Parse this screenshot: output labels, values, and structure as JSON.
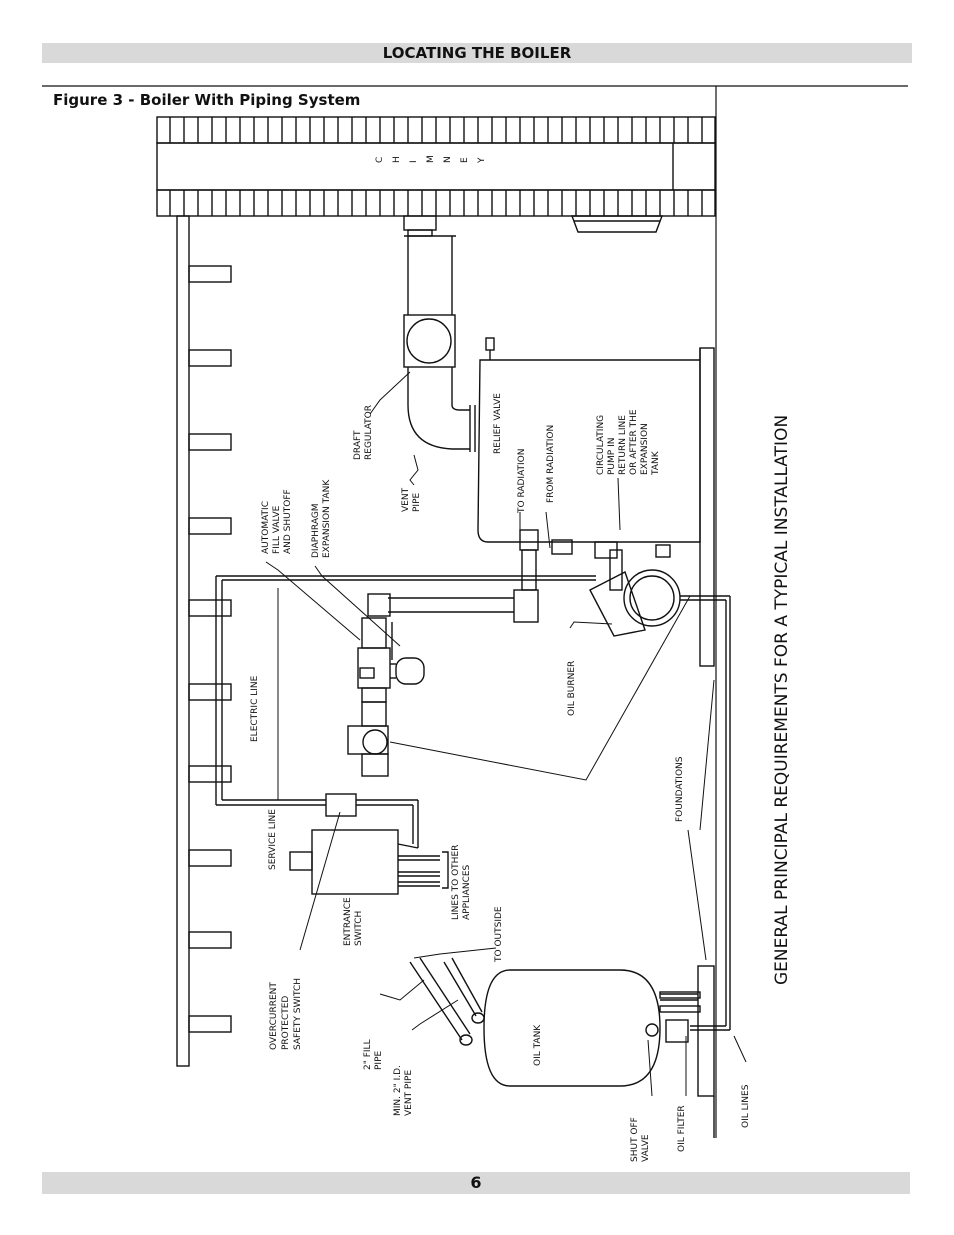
{
  "header": {
    "title": "LOCATING THE BOILER"
  },
  "figure": {
    "title": "Figure 3 - Boiler With Piping System",
    "side_caption": "GENERAL PRINCIPAL REQUIREMENTS FOR A TYPICAL INSTALLATION",
    "chimney_letters": [
      "C",
      "H",
      "I",
      "M",
      "N",
      "E",
      "Y"
    ],
    "labels": {
      "draft_regulator": [
        "DRAFT",
        "REGULATOR"
      ],
      "vent_pipe": [
        "VENT",
        "PIPE"
      ],
      "relief_valve": [
        "RELIEF VALVE"
      ],
      "to_radiation": [
        "TO RADIATION"
      ],
      "from_radiation": [
        "FROM RADIATION"
      ],
      "circulating_pump": [
        "CIRCULATING",
        "PUMP IN",
        "RETURN LINE",
        "OR AFTER THE",
        "EXPANSION",
        "TANK"
      ],
      "automatic_fill_valve": [
        "AUTOMATIC",
        "FILL VALVE",
        "AND SHUTOFF"
      ],
      "diaphragm_expansion_tank": [
        "DIAPHRAGM",
        "EXPANSION TANK"
      ],
      "electric_line": [
        "ELECTRIC LINE"
      ],
      "oil_burner": [
        "OIL BURNER"
      ],
      "foundations": [
        "FOUNDATIONS"
      ],
      "service_line": [
        "SERVICE LINE"
      ],
      "entrance_switch": [
        "ENTRANCE",
        "SWITCH"
      ],
      "lines_to_other_appliances": [
        "LINES TO OTHER",
        "APPLIANCES"
      ],
      "to_outside": [
        "TO OUTSIDE"
      ],
      "overcurrent_switch": [
        "OVERCURRENT",
        "PROTECTED",
        "SAFETY SWITCH"
      ],
      "fill_pipe": [
        "2\" FILL",
        "PIPE"
      ],
      "vent_pipe_min": [
        "MIN. 2\" I.D.",
        "VENT PIPE"
      ],
      "oil_tank": [
        "OIL TANK"
      ],
      "shut_off_valve": [
        "SHUT OFF",
        "VALVE"
      ],
      "oil_filter": [
        "OIL FILTER"
      ],
      "oil_lines": [
        "OIL LINES"
      ]
    }
  },
  "footer": {
    "page_number": "6"
  }
}
